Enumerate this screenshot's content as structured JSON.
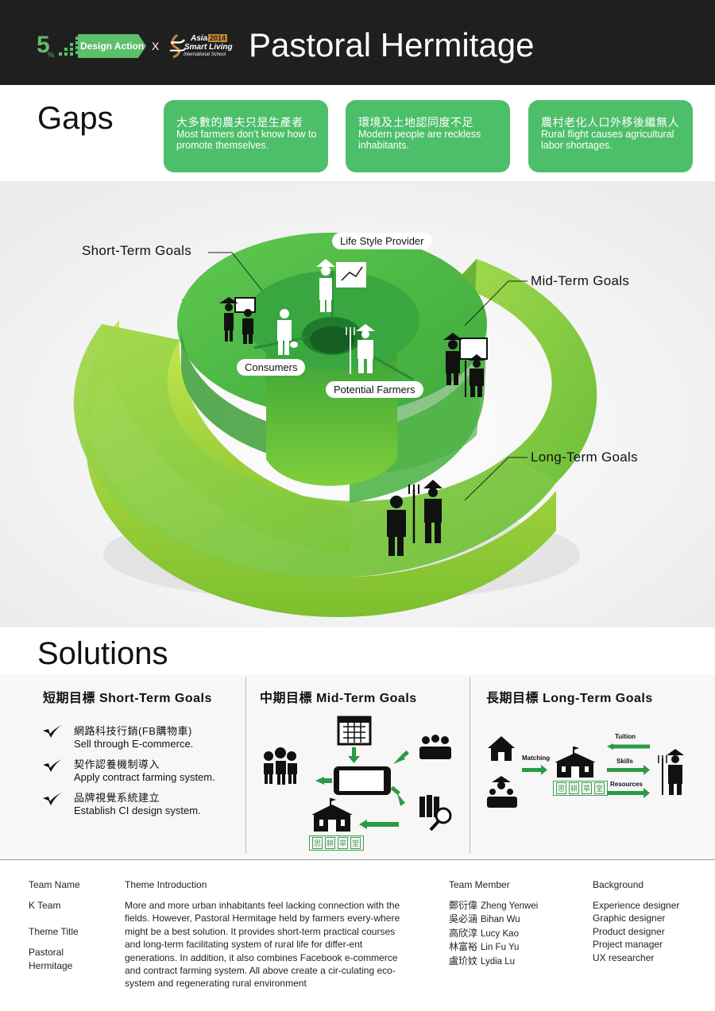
{
  "header": {
    "logo_number": "5",
    "logo_percent": "%",
    "badge": "Design Action",
    "times": "X",
    "school_line1": "Asian",
    "school_year": "2014",
    "school_line2": "Smart Living",
    "school_line3": "International School",
    "title": "Pastoral Hermitage"
  },
  "gaps": {
    "heading": "Gaps",
    "cards": [
      {
        "zh": "大多數的農夫只是生產者",
        "en": "Most farmers don’t know how to promote themselves."
      },
      {
        "zh": "環境及土地認同度不足",
        "en": "Modern people are reckless inhabitants."
      },
      {
        "zh": "農村老化人口外移後繼無人",
        "en": "Rural flight causes agricultural labor shortages."
      }
    ]
  },
  "diagram": {
    "short_term": "Short-Term Goals",
    "mid_term": "Mid-Term Goals",
    "long_term": "Long-Term Goals",
    "lifestyle_provider": "Life Style Provider",
    "consumers": "Consumers",
    "potential_farmers": "Potential Farmers"
  },
  "solutions": {
    "heading": "Solutions",
    "short": {
      "heading": "短期目標  Short-Term Goals",
      "items": [
        {
          "zh": "網路科技行銷(FB購物車)",
          "en": "Sell through E-commerce."
        },
        {
          "zh": "契作認養機制導入",
          "en": "Apply contract farming system."
        },
        {
          "zh": "品牌視覺系統建立",
          "en": "Establish CI design system."
        }
      ]
    },
    "mid": {
      "heading": "中期目標  Mid-Term Goals",
      "stamp": [
        "思",
        "耕",
        "草",
        "堂"
      ]
    },
    "long": {
      "heading": "長期目標  Long-Term Goals",
      "matching": "Matching",
      "tuition": "Tuition",
      "skills": "Skills",
      "resources": "Resources",
      "stamp": [
        "思",
        "耕",
        "草",
        "堂"
      ]
    }
  },
  "footer": {
    "team_name_label": "Team Name",
    "team_name": "K Team",
    "theme_title_label": "Theme Title",
    "theme_title_1": "Pastoral",
    "theme_title_2": "Hermitage",
    "intro_label": "Theme Introduction",
    "intro_text": "More and more urban inhabitants feel lacking connection with the fields. However, Pastoral Hermitage held by farmers every-where might be a best solution. It provides short-term practical courses and long-term facilitating system of rural life for differ-ent generations. In addition, it also combines Facebook e-commerce and contract farming system. All above create a cir-culating eco-system and regenerating rural environment",
    "member_label": "Team Member",
    "members": [
      {
        "zh": "鄭衍偉",
        "en": "Zheng Yenwei"
      },
      {
        "zh": "吳必涵",
        "en": "Bihan Wu"
      },
      {
        "zh": "高欣淳",
        "en": "Lucy Kao"
      },
      {
        "zh": "林富裕",
        "en": "Lin Fu Yu"
      },
      {
        "zh": "盧玠妏",
        "en": "Lydia Lu"
      }
    ],
    "background_label": "Background",
    "backgrounds": [
      "Experience designer",
      "Graphic designer",
      "Product designer",
      "Project manager",
      "UX researcher"
    ]
  },
  "colors": {
    "header_bg": "#1f1f1f",
    "accent_green": "#4dbf6a",
    "ring_green": "#7cc843",
    "solution_arrow": "#2c9a45",
    "badge_green": "#5cbf6a",
    "school_gold": "#c8883a"
  }
}
